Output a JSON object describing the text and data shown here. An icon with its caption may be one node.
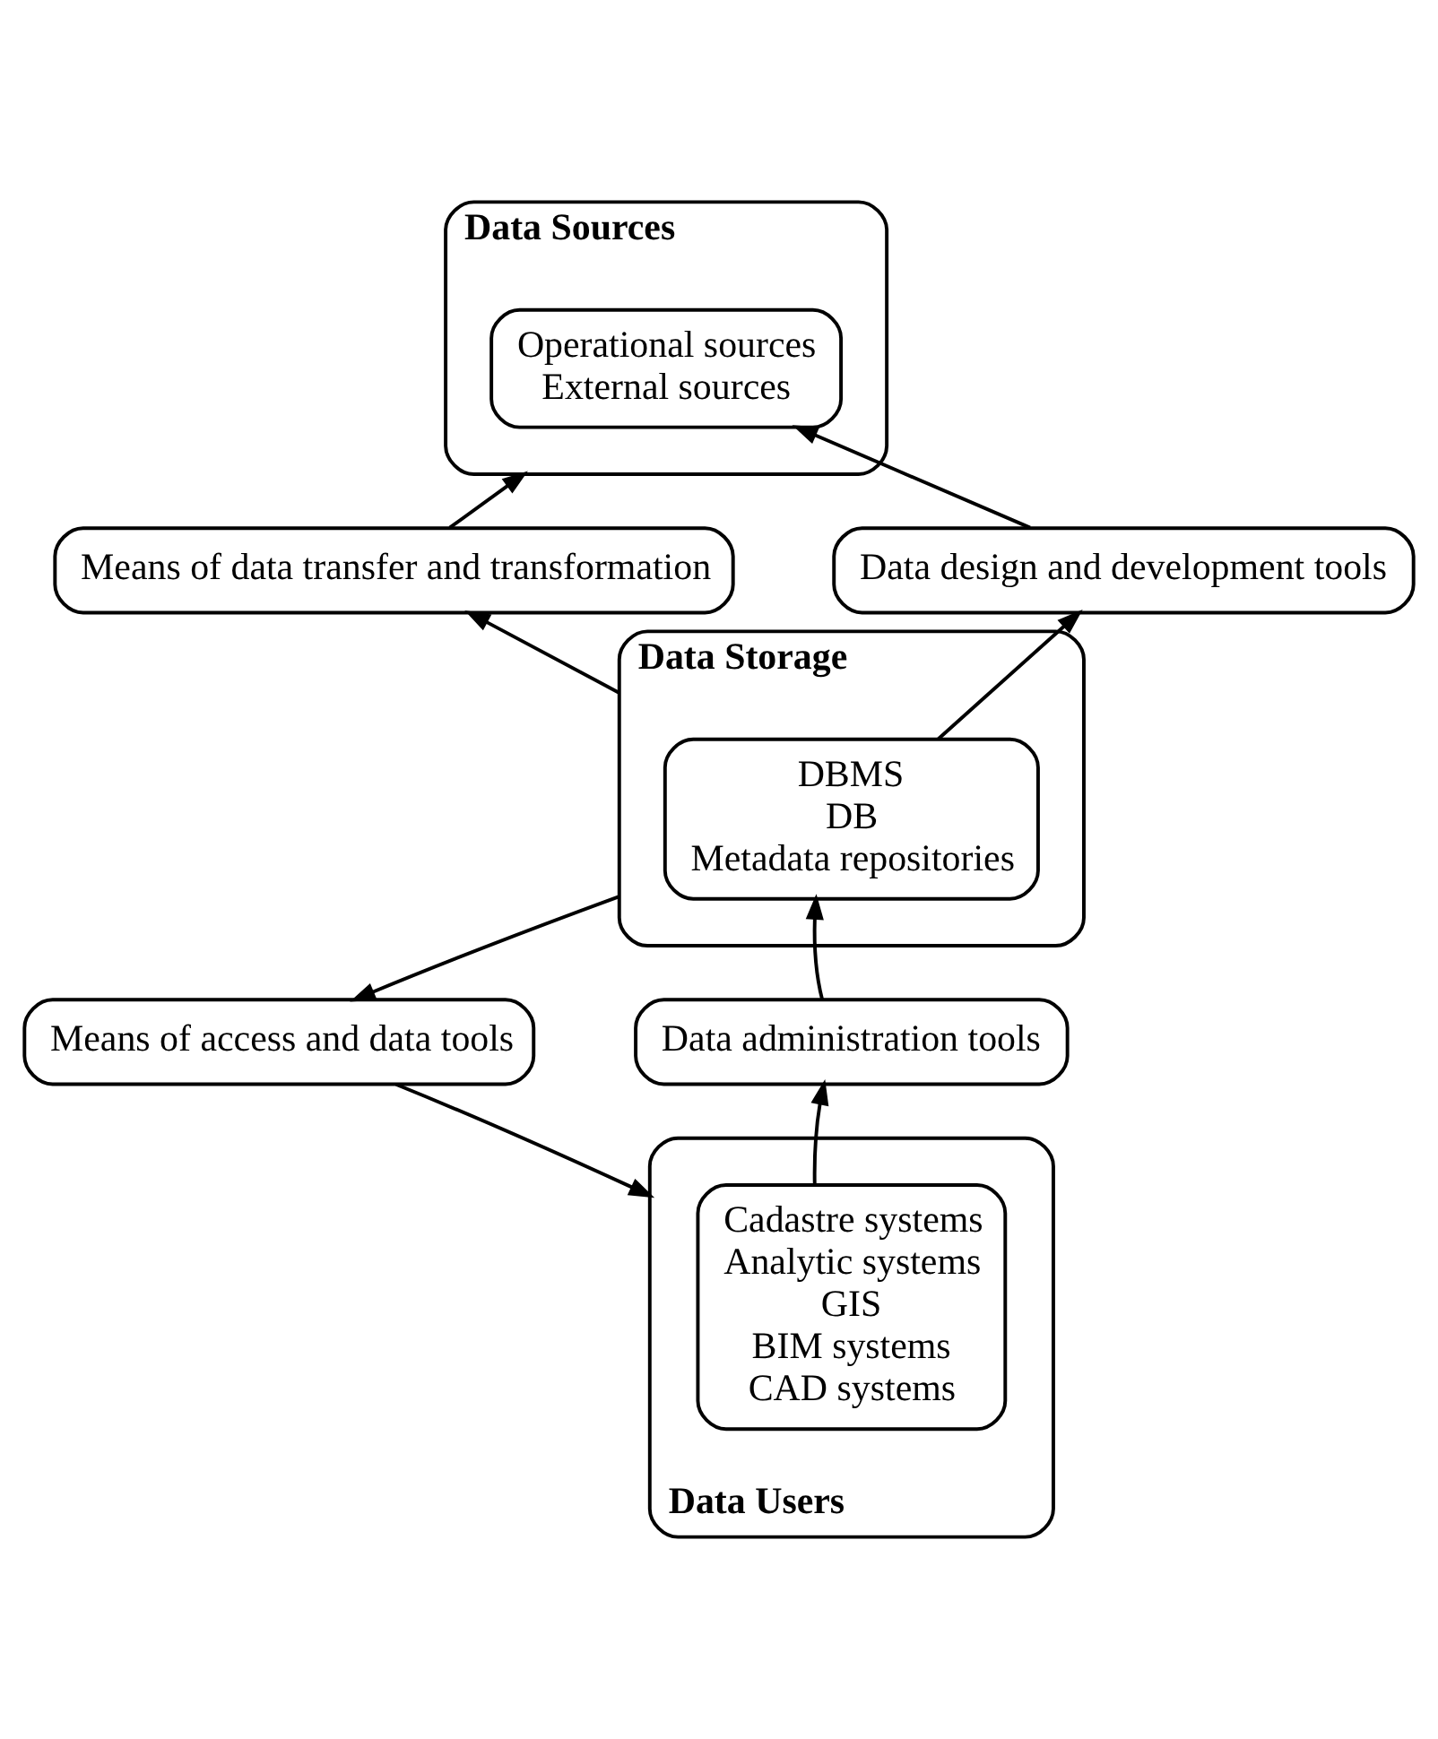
{
  "diagram": {
    "nodes": [
      {
        "text": [
          "Data Sources"
        ]
      },
      {
        "text": [
          "Operational sources",
          "External sources"
        ],
        "in": 0
      },
      {
        "text": [
          "Means of data transfer and transformation"
        ]
      },
      {
        "text": [
          "Data design and development tools"
        ]
      },
      {
        "text": [
          "Data Storage"
        ]
      },
      {
        "text": [
          "DBMS",
          "DB",
          "Metadata repositories"
        ],
        "in": 4
      },
      {
        "text": [
          "Means of access and data tools"
        ]
      },
      {
        "text": [
          "Data administration tools"
        ]
      },
      {
        "text": [
          "Data Users"
        ]
      },
      {
        "text": [
          "Cadastre systems",
          "Analytic systems",
          "GIS",
          "BIM systems",
          "CAD systems"
        ],
        "in": 8
      }
    ],
    "edges": [
      {
        "from": 2,
        "to": 0,
        "arrow": "to"
      },
      {
        "from": 3,
        "to": 1,
        "arrow": "to"
      },
      {
        "from": 4,
        "to": 2,
        "arrow": "to"
      },
      {
        "from": 5,
        "to": 3,
        "arrow": "to"
      },
      {
        "from": 4,
        "to": 6,
        "arrow": "to"
      },
      {
        "from": 6,
        "to": 8,
        "arrow": "to"
      },
      {
        "from": 9,
        "to": 7,
        "arrow": "to"
      },
      {
        "from": 7,
        "to": 5,
        "arrow": "to"
      }
    ]
  }
}
